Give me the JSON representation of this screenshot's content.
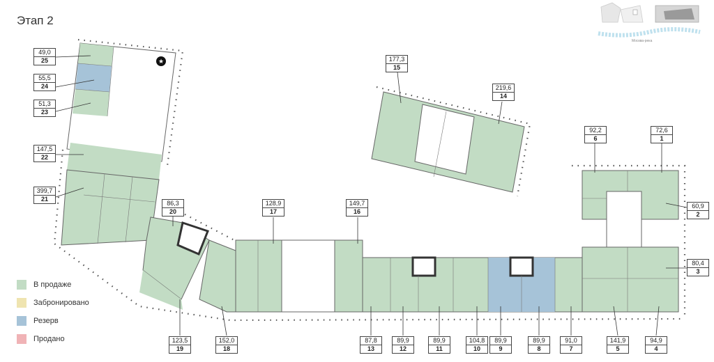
{
  "title": "Этап 2",
  "legend": [
    {
      "label": "В продаже",
      "color": "#c2dcc4"
    },
    {
      "label": "Забронировано",
      "color": "#efe4b0"
    },
    {
      "label": "Резерв",
      "color": "#a6c3d8"
    },
    {
      "label": "Продано",
      "color": "#f0b3b6"
    }
  ],
  "minimap_label": "Москва-река",
  "units": [
    {
      "num": "25",
      "area": "49,0"
    },
    {
      "num": "24",
      "area": "55,5"
    },
    {
      "num": "23",
      "area": "51,3"
    },
    {
      "num": "22",
      "area": "147,5"
    },
    {
      "num": "21",
      "area": "399,7"
    },
    {
      "num": "20",
      "area": "86,3"
    },
    {
      "num": "17",
      "area": "128,9"
    },
    {
      "num": "16",
      "area": "149,7"
    },
    {
      "num": "15",
      "area": "177,3"
    },
    {
      "num": "14",
      "area": "219,6"
    },
    {
      "num": "6",
      "area": "92,2"
    },
    {
      "num": "1",
      "area": "72,6"
    },
    {
      "num": "2",
      "area": "60,9"
    },
    {
      "num": "3",
      "area": "80,4"
    },
    {
      "num": "19",
      "area": "123,5"
    },
    {
      "num": "18",
      "area": "152,0"
    },
    {
      "num": "13",
      "area": "87,8"
    },
    {
      "num": "12",
      "area": "89,9"
    },
    {
      "num": "11",
      "area": "89,9"
    },
    {
      "num": "10",
      "area": "104,8"
    },
    {
      "num": "9",
      "area": "89,9"
    },
    {
      "num": "8",
      "area": "89,9"
    },
    {
      "num": "7",
      "area": "91,0"
    },
    {
      "num": "5",
      "area": "141,9"
    },
    {
      "num": "4",
      "area": "94,9"
    }
  ]
}
